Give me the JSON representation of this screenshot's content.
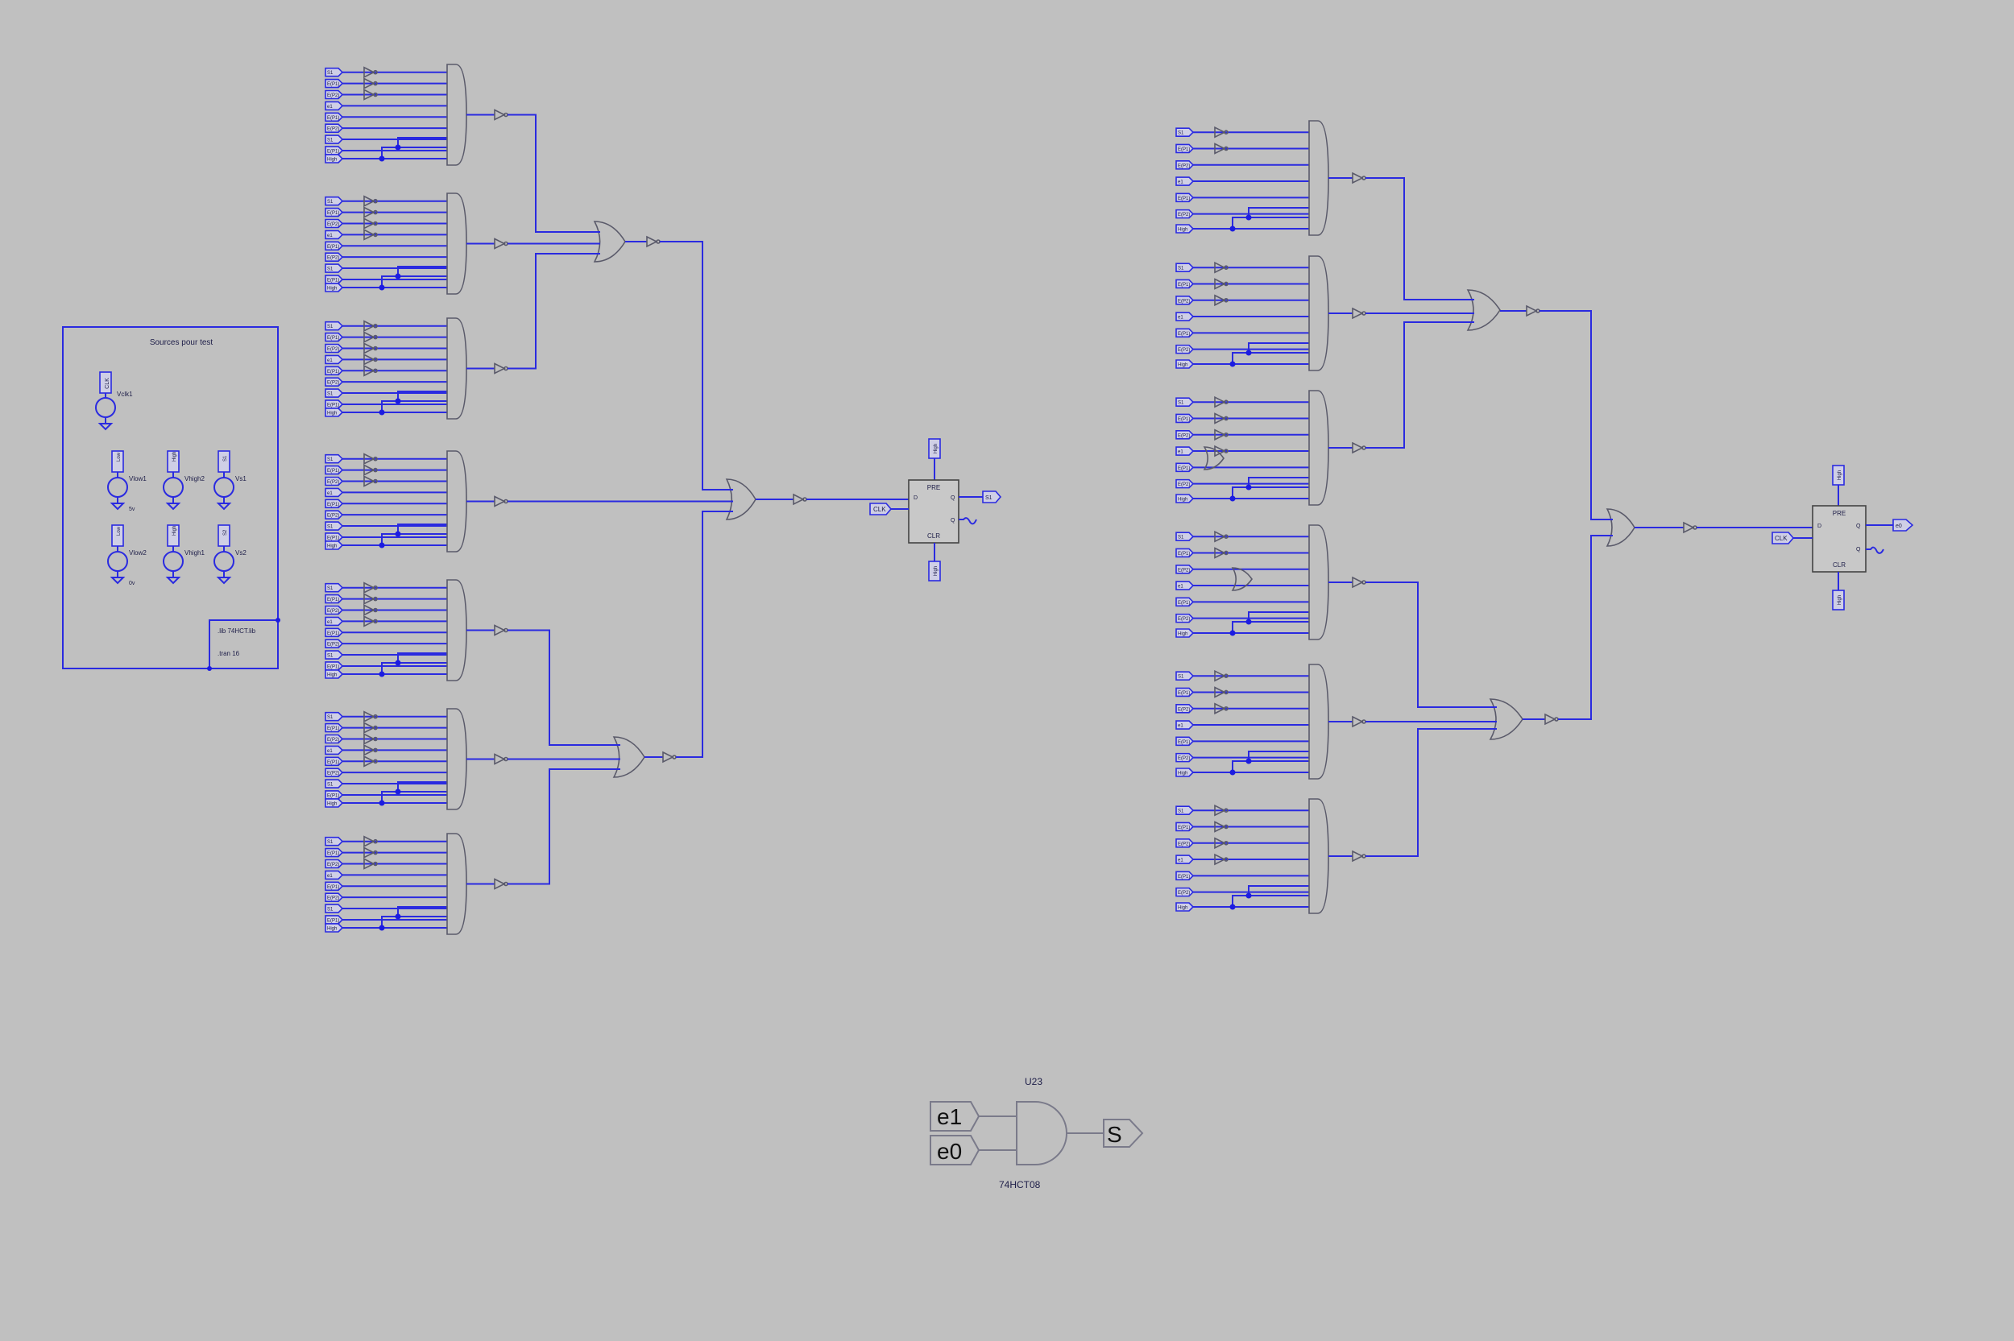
{
  "sources_box": {
    "title": "Sources pour test",
    "clock_port": "CLK",
    "clock_source": "Vclk1",
    "sources": [
      {
        "name": "Vlow1",
        "port": "Low",
        "value": "5v"
      },
      {
        "name": "Vhigh2",
        "port": "High",
        "value": ""
      },
      {
        "name": "Vs1",
        "port": "S1",
        "value": ""
      },
      {
        "name": "Vlow2",
        "port": "Low",
        "value": "0v"
      },
      {
        "name": "Vhigh1",
        "port": "High",
        "value": ""
      },
      {
        "name": "Vs2",
        "port": "S2",
        "value": ""
      }
    ],
    "lib_line": ".lib 74HCT.lib",
    "tran_line": ".tran 16"
  },
  "net_labels": {
    "high": "High",
    "low": "Low",
    "clk": "CLK",
    "pre": "PRE",
    "clr": "CLR",
    "d": "D",
    "q": "Q",
    "qbar": "Q",
    "input_a": "E(P1)",
    "input_b": "E(P2)",
    "input_c": "S1",
    "input_d": "e1",
    "out_left": "S1",
    "out_right": "e0"
  },
  "and_example": {
    "ref": "U23",
    "part": "74HCT08",
    "in1": "e1",
    "in2": "e0",
    "out": "S"
  }
}
